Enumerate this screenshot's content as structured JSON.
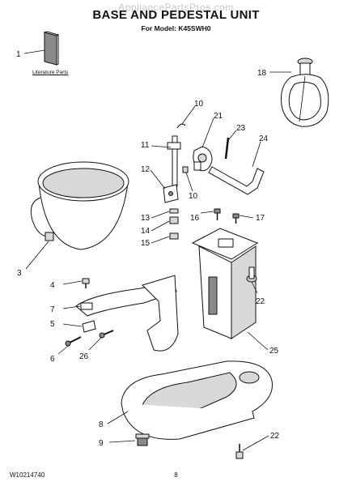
{
  "header": {
    "watermark": "AppliancePartsPros.com",
    "title": "BASE AND PEDESTAL UNIT",
    "subtitle": "For Model: K45SWH0"
  },
  "literature": {
    "label": "Literature Parts"
  },
  "callouts": [
    "1",
    "18",
    "10",
    "21",
    "23",
    "24",
    "11",
    "12",
    "10",
    "13",
    "14",
    "15",
    "16",
    "17",
    "3",
    "22",
    "4",
    "7",
    "5",
    "6",
    "26",
    "25",
    "8",
    "9",
    "22"
  ],
  "footer": {
    "document_number": "W10214740",
    "page_number": "8"
  }
}
